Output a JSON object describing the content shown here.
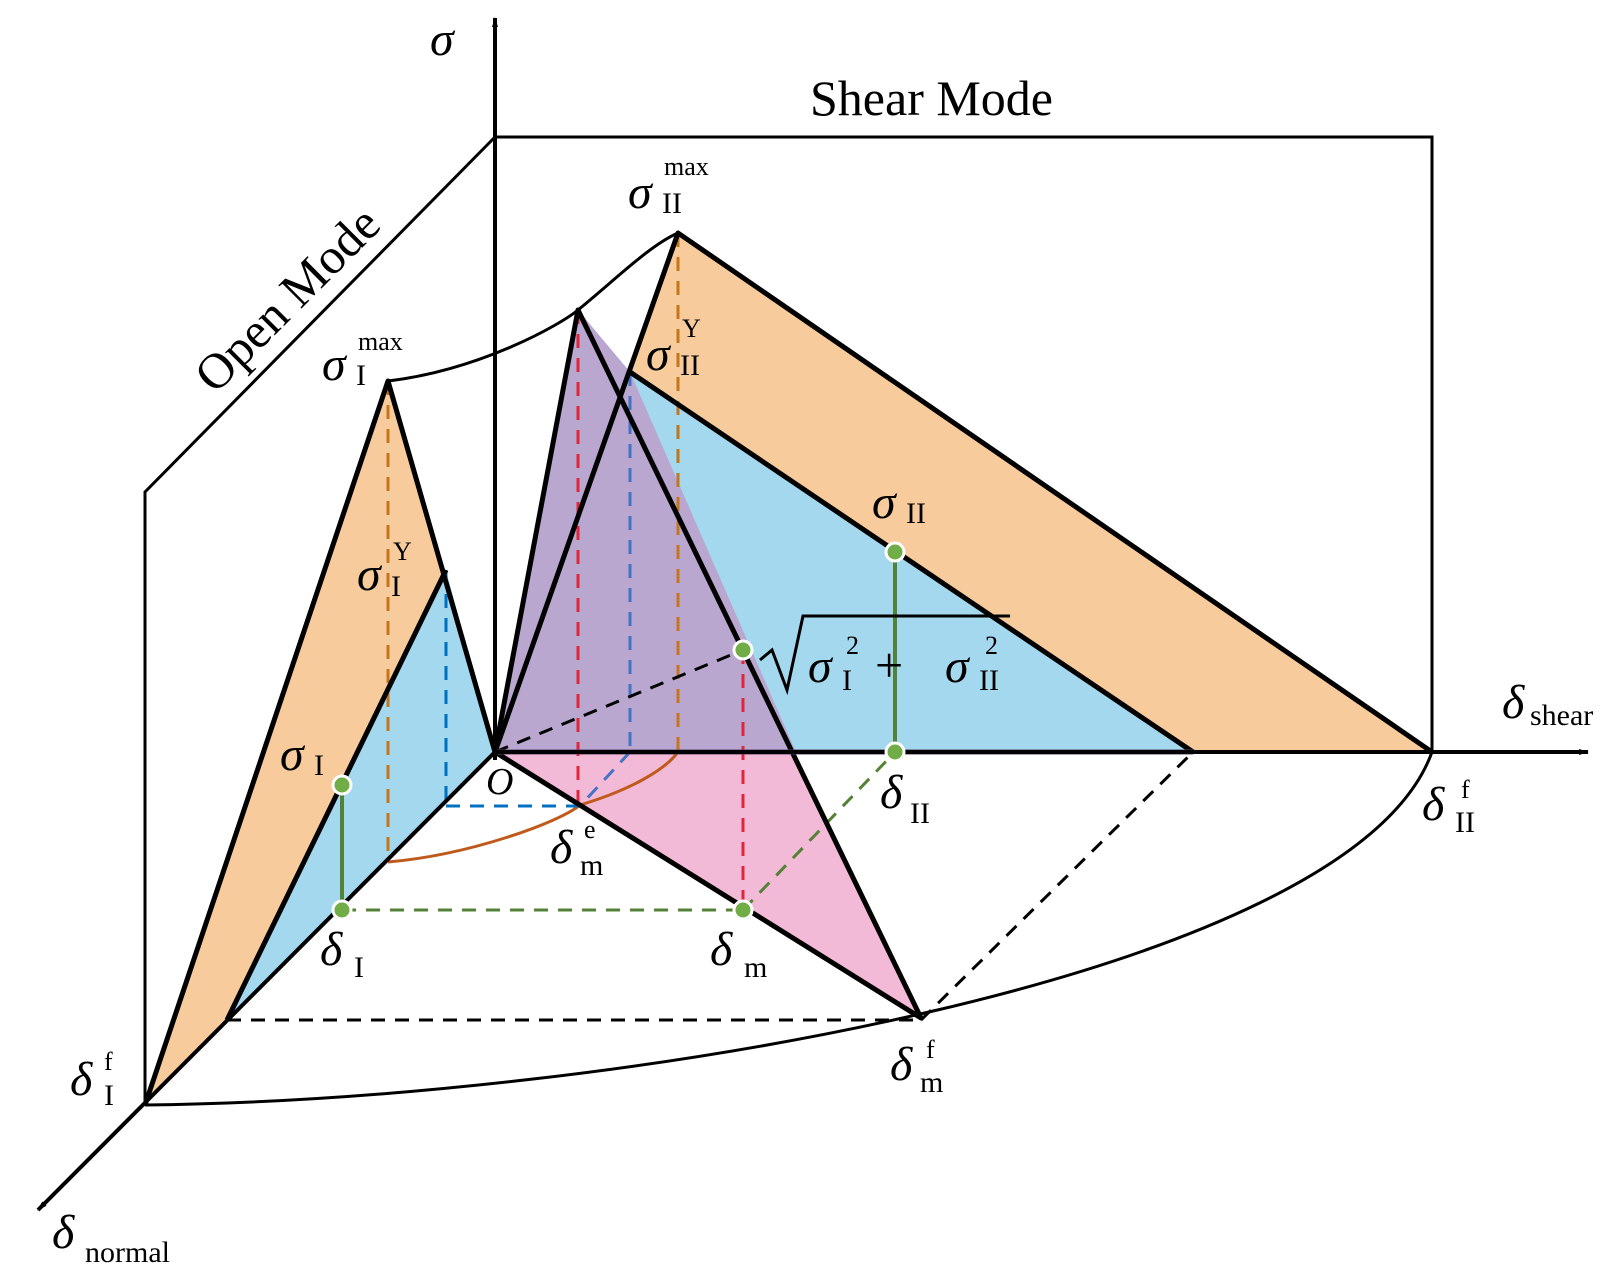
{
  "titles": {
    "shear_mode": "Shear Mode",
    "open_mode": "Open Mode"
  },
  "axes": {
    "sigma": "σ",
    "delta": "δ",
    "shear_sub": "shear",
    "normal_sub": "normal",
    "origin": "O"
  },
  "labels": {
    "sigma": "σ",
    "delta": "δ",
    "I": "I",
    "II": "II",
    "m": "m",
    "max": "max",
    "Y": "Y",
    "f": "f",
    "e": "e",
    "two": "2",
    "plus": "+"
  },
  "colors": {
    "orange": "#f8cb9c",
    "blue": "#a3d8ef",
    "pink": "#f2bad6",
    "purple": "#b9a7cf",
    "green": "#538135",
    "green_dot": "#70ad47",
    "red_dash": "#e0263a",
    "orange_dash": "#c5761b",
    "blue_dash": "#0070c0",
    "arc_orange": "#c05a1b"
  }
}
